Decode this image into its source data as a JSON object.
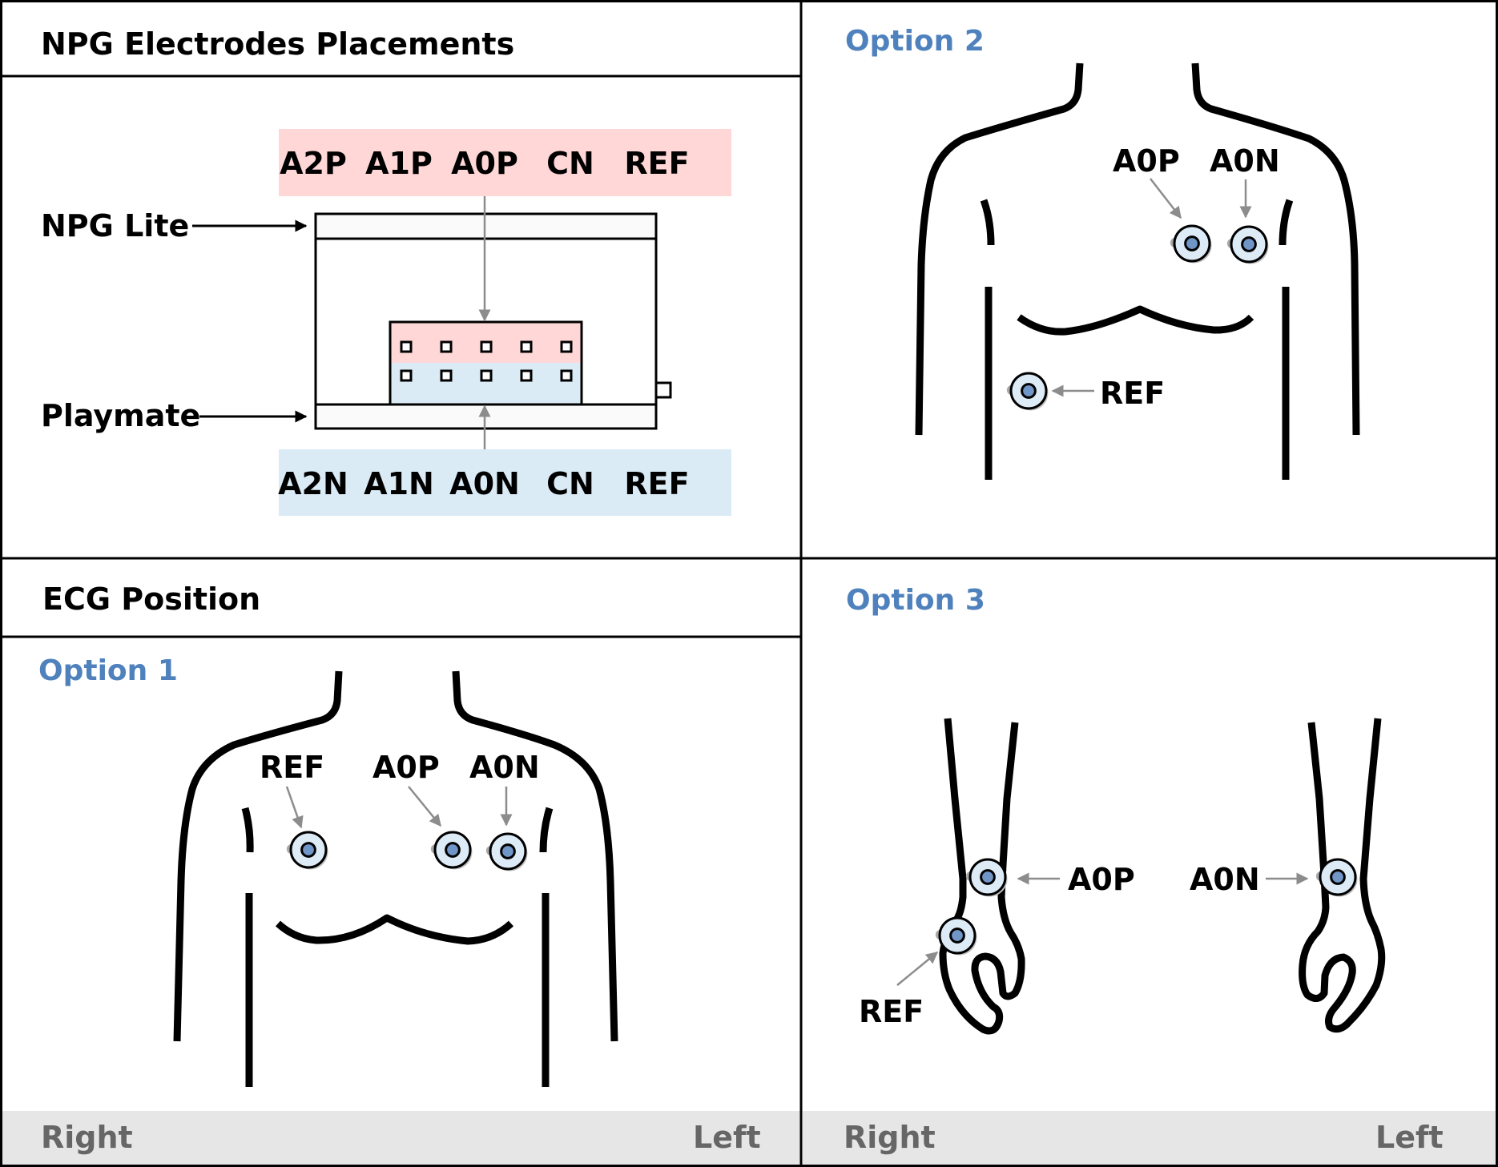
{
  "panels": {
    "placements": {
      "title": "NPG Electrodes Placements",
      "device_label": "NPG Lite",
      "base_label": "Playmate",
      "positive_pins": [
        "A2P",
        "A1P",
        "A0P",
        "CN",
        "REF"
      ],
      "negative_pins": [
        "A2N",
        "A1N",
        "A0N",
        "CN",
        "REF"
      ],
      "positive_row_color": "#FFD7D7",
      "negative_row_color": "#DAEBF6"
    },
    "ecg": {
      "title": "ECG Position"
    },
    "option1": {
      "title": "Option 1",
      "electrodes": [
        {
          "label": "REF",
          "site": "right upper chest"
        },
        {
          "label": "A0P",
          "site": "left upper chest"
        },
        {
          "label": "A0N",
          "site": "left upper chest, lateral"
        }
      ],
      "footer": {
        "right": "Right",
        "left": "Left"
      }
    },
    "option2": {
      "title": "Option 2",
      "electrodes": [
        {
          "label": "A0P",
          "site": "left upper chest"
        },
        {
          "label": "A0N",
          "site": "left upper chest, lateral"
        },
        {
          "label": "REF",
          "site": "right lower abdomen"
        }
      ]
    },
    "option3": {
      "title": "Option 3",
      "electrodes": [
        {
          "label": "A0P",
          "site": "right forearm"
        },
        {
          "label": "REF",
          "site": "right wrist"
        },
        {
          "label": "A0N",
          "site": "left forearm"
        }
      ],
      "footer": {
        "right": "Right",
        "left": "Left"
      }
    }
  },
  "colors": {
    "option_title": "#4F81BD",
    "electrode_outer": "#DDEBF7",
    "electrode_inner": "#7096C8",
    "footer_bg": "#E6E6E6",
    "footer_text": "#666666",
    "pointer_arrow": "#8C8C8C"
  },
  "icons": {
    "electrode": "electrode-pad-icon",
    "pointer": "arrow-icon"
  }
}
